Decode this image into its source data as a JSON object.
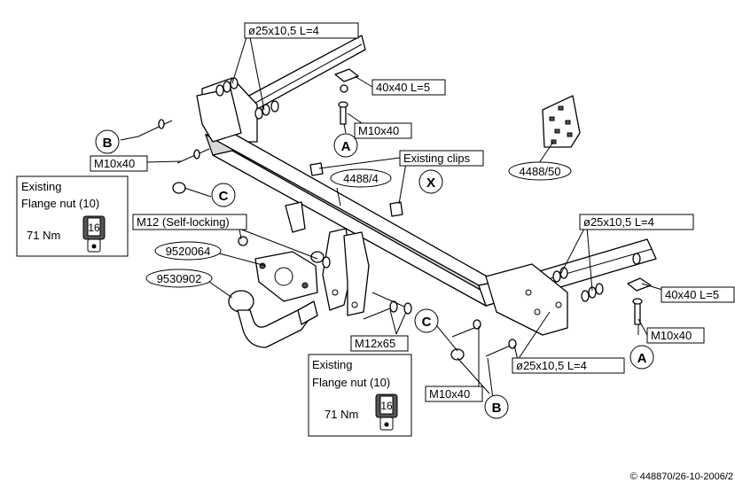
{
  "labels": {
    "washer_left": "ø25x10,5 L=4",
    "plate_top": "40x40 L=5",
    "bolt_top": "M10x40",
    "existing_clips": "Existing clips",
    "bolt_left": "M10x40",
    "beam_code": "4488/4",
    "kit_code": "4488/50",
    "washer_right": "ø25x10,5 L=4",
    "plate_right": "40x40 L=5",
    "bolt_right": "M10x40",
    "nut_self_locking": "M12 (Self-locking)",
    "part_socket": "9520064",
    "part_ball": "9530902",
    "bolt_m12": "M12x65",
    "washer_bottom": "ø25x10,5 L=4",
    "bolt_bottom": "M10x40",
    "copyright": "© 448870/26-10-2006/2"
  },
  "callouts": {
    "a_top": "A",
    "b_left": "B",
    "c_left": "C",
    "x": "X",
    "c_bottom": "C",
    "b_bottom": "B",
    "a_right": "A"
  },
  "flange_left": {
    "line1": "Existing",
    "line2": "Flange nut (10)",
    "torque": "71 Nm",
    "socket": "16"
  },
  "flange_bottom": {
    "line1": "Existing",
    "line2": "Flange nut (10)",
    "torque": "71 Nm",
    "socket": "16"
  }
}
